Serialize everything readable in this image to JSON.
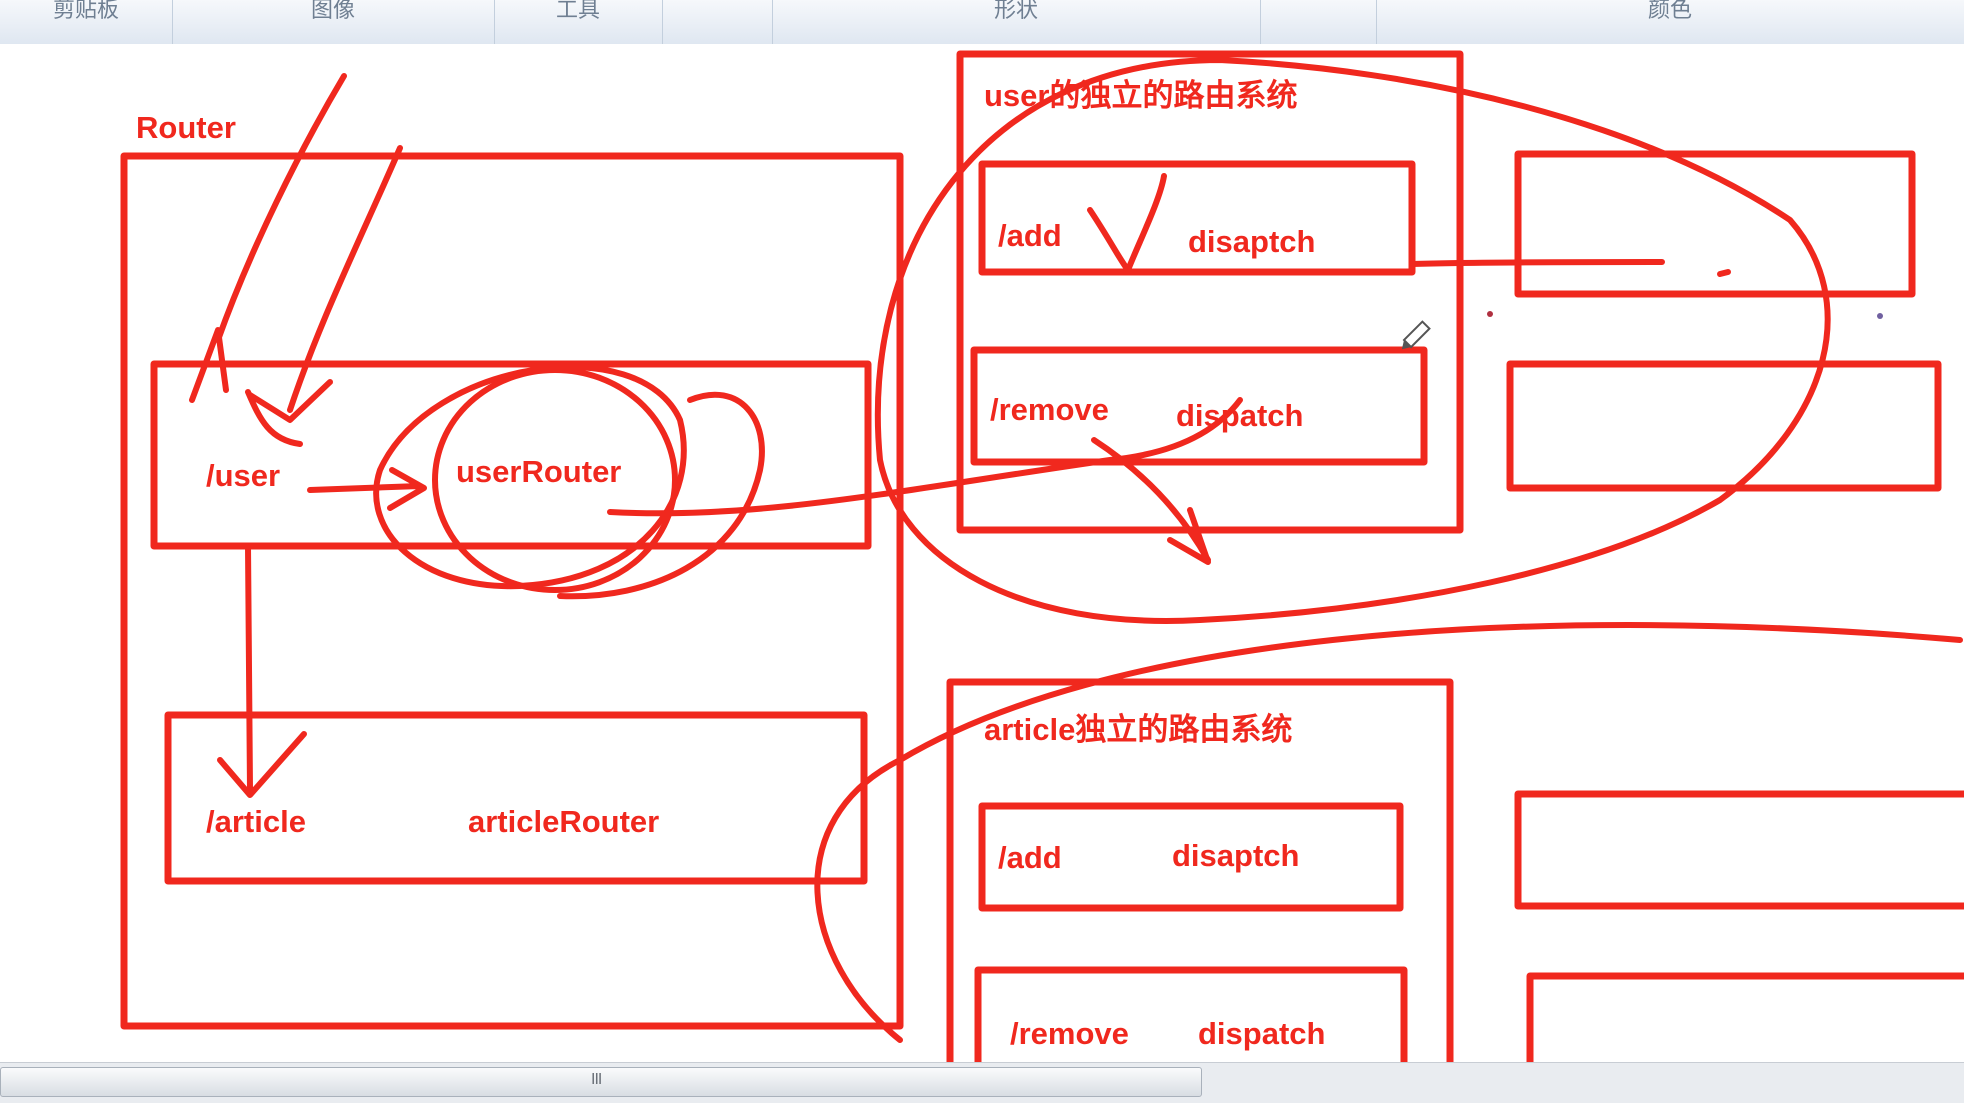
{
  "ribbon": {
    "groups": [
      "剪贴板",
      "图像",
      "工具",
      "",
      "形状",
      "",
      "颜色"
    ]
  },
  "diagram": {
    "router_title": "Router",
    "user_path": "/user",
    "user_router": "userRouter",
    "article_path": "/article",
    "article_router": "articleRouter",
    "user_system_title": "user的独立的路由系统",
    "user_add": "/add",
    "user_add_dispatch": "disaptch",
    "user_remove": "/remove",
    "user_remove_dispatch": "dispatch",
    "article_system_title": "article独立的路由系统",
    "article_add": "/add",
    "article_add_dispatch": "disaptch",
    "article_remove": "/remove",
    "article_remove_dispatch": "dispatch"
  },
  "colors": {
    "ink": "#f0281e",
    "ribbon_text": "#6f7f92"
  },
  "scrollbar": {
    "grip": "III"
  }
}
